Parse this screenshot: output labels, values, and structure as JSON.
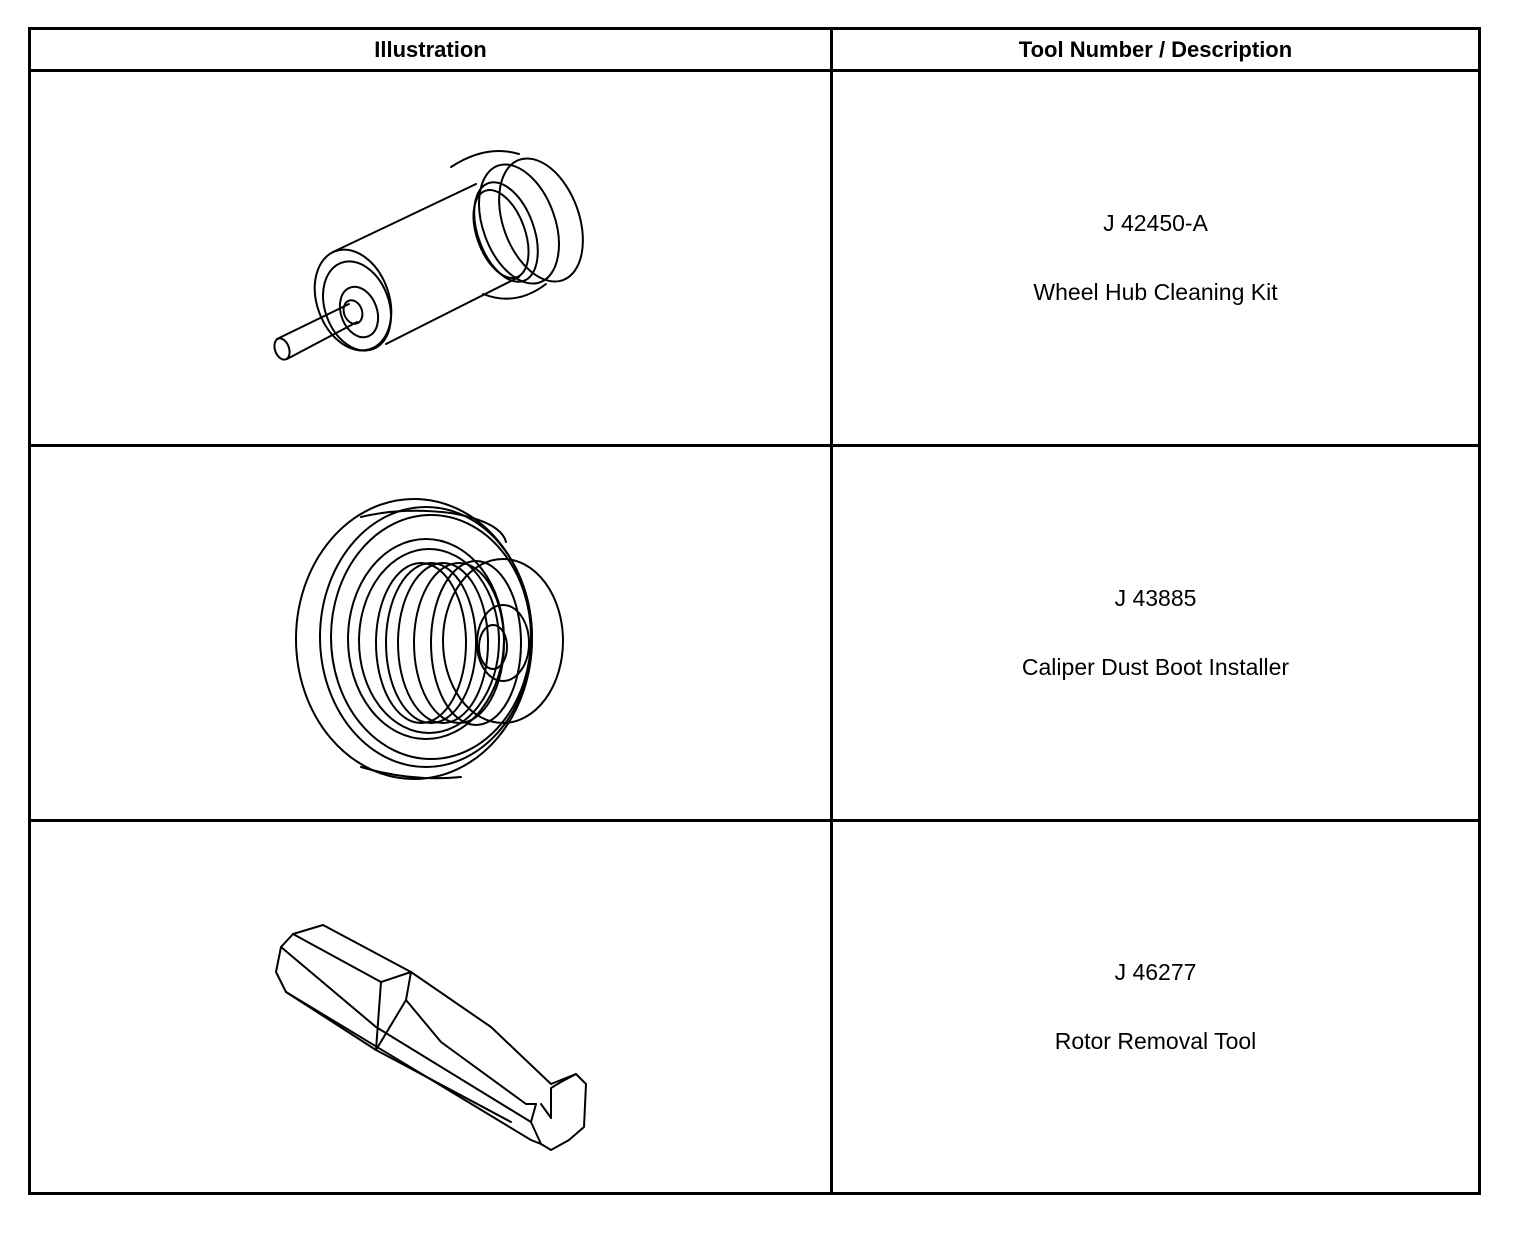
{
  "table": {
    "headers": {
      "illustration": "Illustration",
      "description": "Tool Number / Description"
    },
    "rows": [
      {
        "tool_number": "J 42450-A",
        "tool_name": "Wheel Hub Cleaning Kit"
      },
      {
        "tool_number": "J 43885",
        "tool_name": "Caliper Dust Boot Installer"
      },
      {
        "tool_number": "J 46277",
        "tool_name": "Rotor Removal Tool"
      }
    ]
  }
}
